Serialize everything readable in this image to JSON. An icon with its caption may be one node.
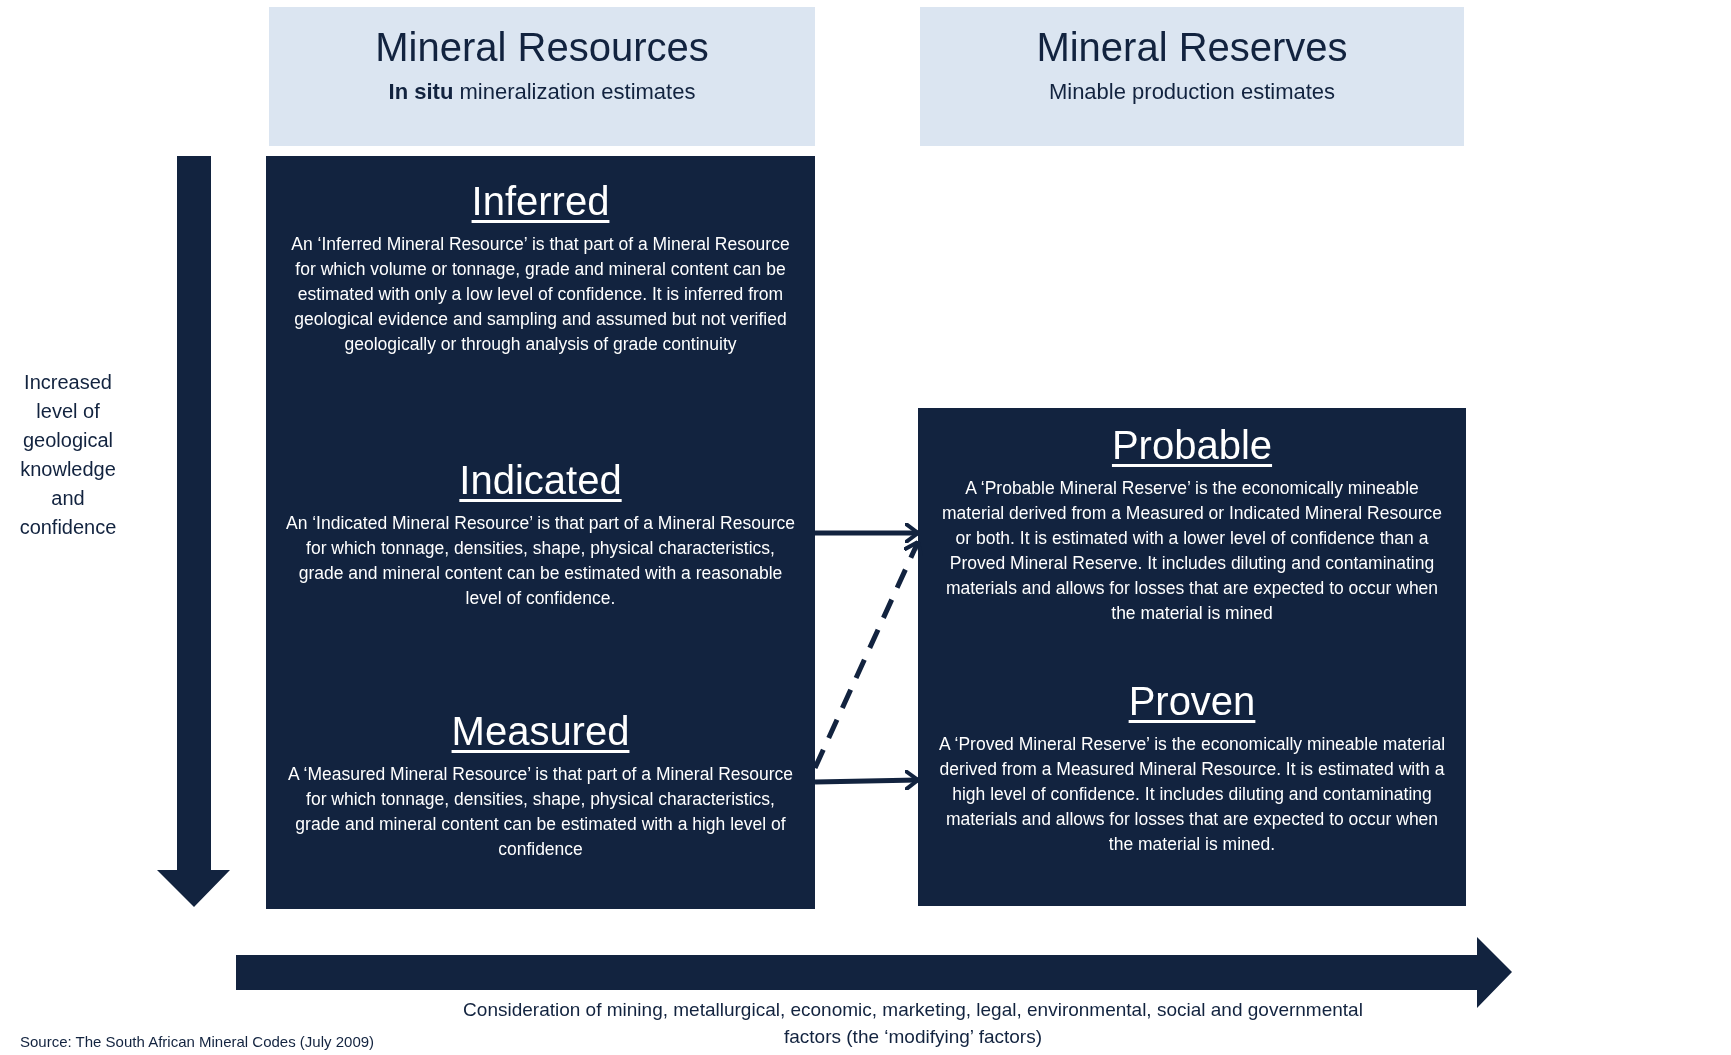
{
  "diagram": {
    "nodes": [
      {
        "text": [
          "Mineral Resources",
          "**In situ** mineralization estimates"
        ]
      },
      {
        "text": [
          "Mineral Reserves",
          "Minable production estimates"
        ]
      },
      {
        "text": [
          "Inferred",
          "An ‘Inferred Mineral Resource’ is that part of a Mineral Resource for which  volume or tonnage, grade and mineral content can be estimated with only a low level of confidence. It is inferred from geological evidence and sampling and assumed but not verified geologically or through analysis of grade continuity"
        ]
      },
      {
        "text": [
          "Indicated",
          "An ‘Indicated Mineral Resource’ is that part of a Mineral Resource for which tonnage, densities, shape, physical characteristics, grade and mineral content can be estimated with a reasonable level of confidence."
        ]
      },
      {
        "text": [
          "Measured",
          "A ‘Measured Mineral Resource’ is that part of a Mineral Resource for which tonnage, densities, shape, physical characteristics, grade and mineral content can be estimated with a high level of confidence"
        ]
      },
      {
        "text": [
          "Probable",
          "A ‘Probable Mineral Reserve’ is the economically mineable material derived from a Measured or Indicated Mineral Resource or both. It is estimated with a lower level of confidence than a Proved Mineral Reserve. It includes diluting and contaminating materials and allows for losses that are expected to occur when the material is mined"
        ]
      },
      {
        "text": [
          "Proven",
          "A ‘Proved Mineral Reserve’ is the economically mineable material derived from a Measured Mineral Resource. It is estimated with a high level of confidence. It includes diluting and contaminating materials and allows for losses that are expected to occur when the material is mined."
        ]
      }
    ],
    "edges": [
      {
        "from": 3,
        "to": 5,
        "arrow": "to"
      },
      {
        "from": 4,
        "to": 6,
        "arrow": "to"
      },
      {
        "from": 4,
        "to": 5,
        "arrow": "to",
        "style": "dashed"
      }
    ],
    "labels": [
      "Increased level of geological knowledge and confidence",
      "Consideration of mining, metallurgical, economic, marketing, legal, environmental, social and governmental factors (the ‘modifying’ factors)",
      "Source:  The South African Mineral Codes (July 2009)"
    ]
  }
}
